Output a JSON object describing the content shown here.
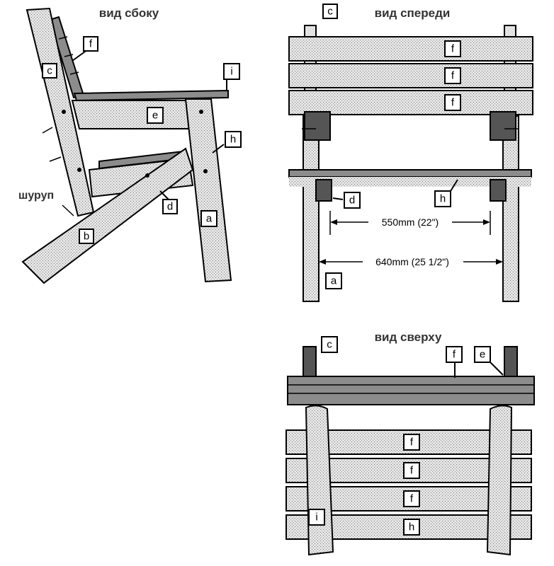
{
  "views": {
    "side": {
      "title": "вид сбоку"
    },
    "front": {
      "title": "вид спереди"
    },
    "top": {
      "title": "вид сверху"
    }
  },
  "annotations": {
    "screw": "шуруп",
    "inner_width": "550mm (22\")",
    "outer_width": "640mm (25 1/2\")"
  },
  "parts": {
    "a": "a",
    "b": "b",
    "c": "c",
    "d": "d",
    "e": "e",
    "f": "f",
    "h": "h",
    "i": "i"
  },
  "colors": {
    "wood": "#d6d6d6",
    "seat_plank": "#8c8c8c",
    "outline": "#000000"
  }
}
